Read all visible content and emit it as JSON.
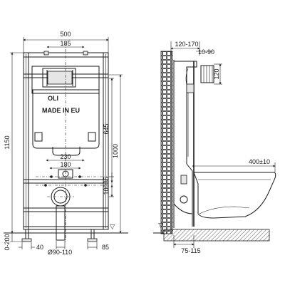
{
  "front_view": {
    "brand": "OLI",
    "made_in": "MADE IN EU",
    "dim_width": "500",
    "dim_top_inner": "185",
    "dim_height_total": "1150",
    "dim_1000": "1000",
    "dim_645": "645",
    "dim_230": "230",
    "dim_180": "180",
    "dim_35": "35",
    "dim_100": "100",
    "dim_floor": "0-200",
    "dim_40": "40",
    "dim_pipe": "Ø90-110",
    "dim_85": "85"
  },
  "side_view": {
    "dim_depth_range": "120-170",
    "dim_10_90": "10-90",
    "dim_120": "120",
    "dim_bowl": "400±10",
    "dim_75_115": "75-115"
  }
}
